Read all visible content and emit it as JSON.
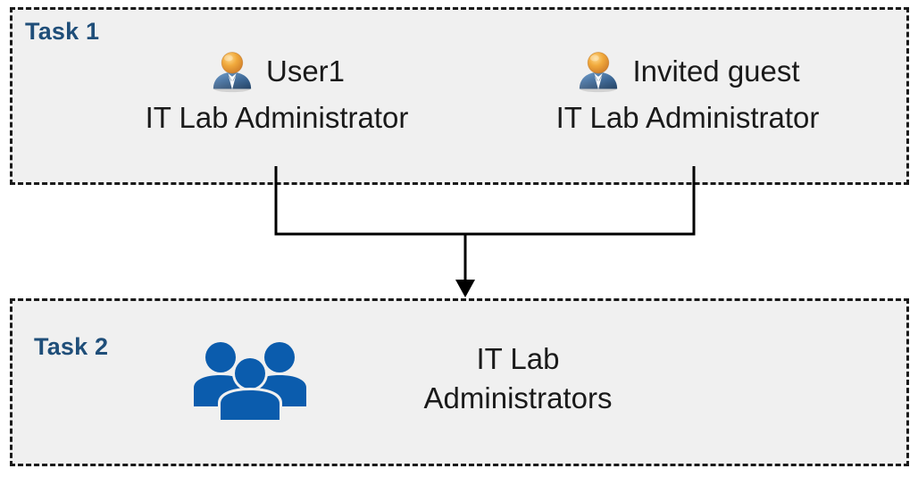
{
  "diagram": {
    "title": "",
    "background_color": "#ffffff",
    "box_fill_color": "#f0f0f0",
    "box_border_color": "#1a1a1a",
    "label_color": "#1F4E79",
    "text_color": "#1a1a1a",
    "connector_color": "#000000"
  },
  "task1": {
    "label": "Task 1",
    "members": [
      {
        "icon": "user-icon",
        "name": "User1",
        "role": "IT Lab Administrator"
      },
      {
        "icon": "user-icon",
        "name": "Invited guest",
        "role": "IT Lab Administrator"
      }
    ]
  },
  "task2": {
    "label": "Task 2",
    "group": {
      "icon": "group-of-people-icon",
      "name_line1": "IT Lab",
      "name_line2": "Administrators"
    }
  },
  "connector": {
    "icon": "down-arrow-icon",
    "description": "merge-arrow-from-task1-to-task2"
  }
}
